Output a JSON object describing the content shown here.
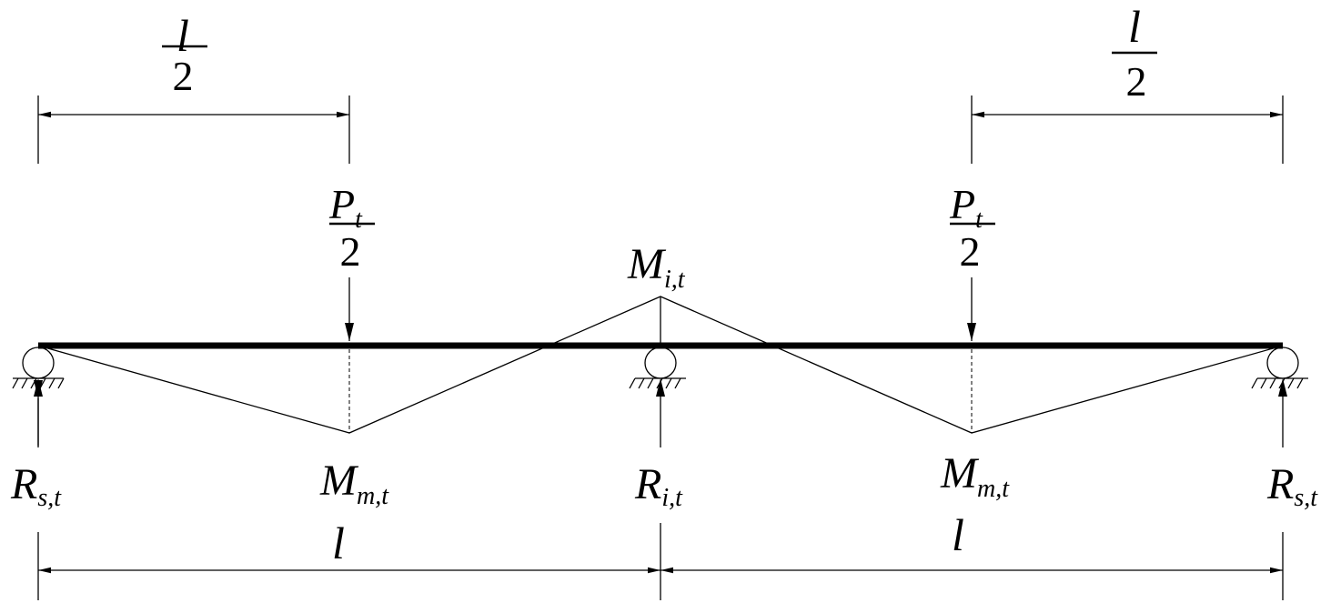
{
  "diagram": {
    "dimensions": {
      "half_span_left": {
        "numerator": "l",
        "denominator": "2"
      },
      "half_span_right": {
        "numerator": "l",
        "denominator": "2"
      },
      "span_left": "l",
      "span_right": "l"
    },
    "loads": {
      "left": {
        "numerator": "P",
        "numerator_sub": "t",
        "denominator": "2"
      },
      "right": {
        "numerator": "P",
        "numerator_sub": "t",
        "denominator": "2"
      }
    },
    "moments": {
      "support": {
        "main": "M",
        "sub": "i,t"
      },
      "midspan_left": {
        "main": "M",
        "sub": "m,t"
      },
      "midspan_right": {
        "main": "M",
        "sub": "m,t"
      }
    },
    "reactions": {
      "left": {
        "main": "R",
        "sub": "s,t"
      },
      "middle": {
        "main": "R",
        "sub": "i,t"
      },
      "right": {
        "main": "R",
        "sub": "s,t"
      }
    },
    "colors": {
      "line": "#000000",
      "background": "#ffffff"
    }
  }
}
